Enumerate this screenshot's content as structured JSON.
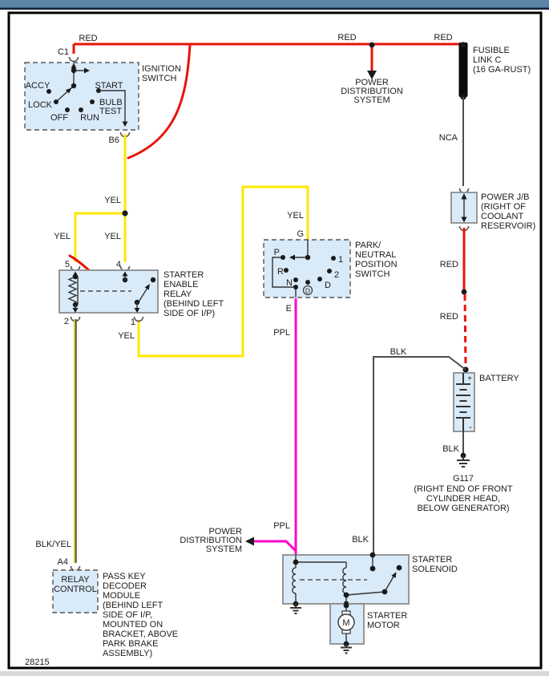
{
  "doc_number": "28215",
  "colors": {
    "red_wire": "#e8140a",
    "yellow_wire": "#ffe600",
    "magenta_wire": "#ff00cc",
    "black_wire": "#4d4d4d",
    "component_fill": "#d9eaf8",
    "titlebar": "#5b84a8",
    "titlebar_edge": "#142239"
  },
  "top": {
    "red_left": "RED",
    "red_mid": "RED",
    "red_right": "RED",
    "pds": [
      "POWER",
      "DISTRIBUTION",
      "SYSTEM"
    ]
  },
  "fusible": {
    "lines": [
      "FUSIBLE",
      "LINK C",
      "(16 GA-RUST)"
    ],
    "nca": "NCA"
  },
  "jb": {
    "lines": [
      "POWER J/B",
      "(RIGHT OF",
      "COOLANT",
      "RESERVOIR)"
    ],
    "red_above": "RED",
    "red_below": "RED"
  },
  "battery": {
    "name": "BATTERY",
    "plus": "+",
    "minus": "-",
    "blk": "BLK",
    "gnd": "G117",
    "gnd_lines": [
      "(RIGHT END OF FRONT",
      "CYLINDER HEAD,",
      "BELOW GENERATOR)"
    ]
  },
  "ign": {
    "lines": [
      "IGNITION",
      "SWITCH"
    ],
    "c1": "C1",
    "b6": "B6",
    "accy": "ACCY",
    "lock": "LOCK",
    "off": "OFF",
    "run": "RUN",
    "start": "START",
    "bulb": "BULB",
    "test": "TEST"
  },
  "yel": {
    "a": "YEL",
    "b": "YEL",
    "c": "YEL",
    "d": "YEL",
    "e": "YEL"
  },
  "relay": {
    "lines": [
      "STARTER",
      "ENABLE",
      "RELAY",
      "(BEHIND LEFT",
      "SIDE OF I/P)"
    ],
    "t5": "5",
    "t4": "4",
    "t2": "2",
    "t1": "1"
  },
  "pnp": {
    "lines": [
      "PARK/",
      "NEUTRAL",
      "POSITION",
      "SWITCH"
    ],
    "g": "G",
    "e": "E",
    "p": "P",
    "r": "R",
    "n": "N",
    "d": "D",
    "dc": "D",
    "one": "1",
    "two": "2"
  },
  "ppl": {
    "a": "PPL",
    "b": "PPL"
  },
  "pds2": [
    "POWER",
    "DISTRIBUTION",
    "SYSTEM"
  ],
  "blk": {
    "top": "BLK",
    "sol": "BLK"
  },
  "dec": {
    "a4": "A4",
    "blkyel": "BLK/YEL",
    "box": [
      "RELAY",
      "CONTROL"
    ],
    "lines": [
      "PASS KEY",
      "DECODER",
      "MODULE",
      "(BEHIND LEFT",
      "SIDE OF I/P,",
      "MOUNTED ON",
      "BRACKET, ABOVE",
      "PARK BRAKE",
      "ASSEMBLY)"
    ]
  },
  "sol": {
    "lines": [
      "STARTER",
      "SOLENOID"
    ]
  },
  "motor": {
    "lines": [
      "STARTER",
      "MOTOR"
    ],
    "m": "M"
  }
}
